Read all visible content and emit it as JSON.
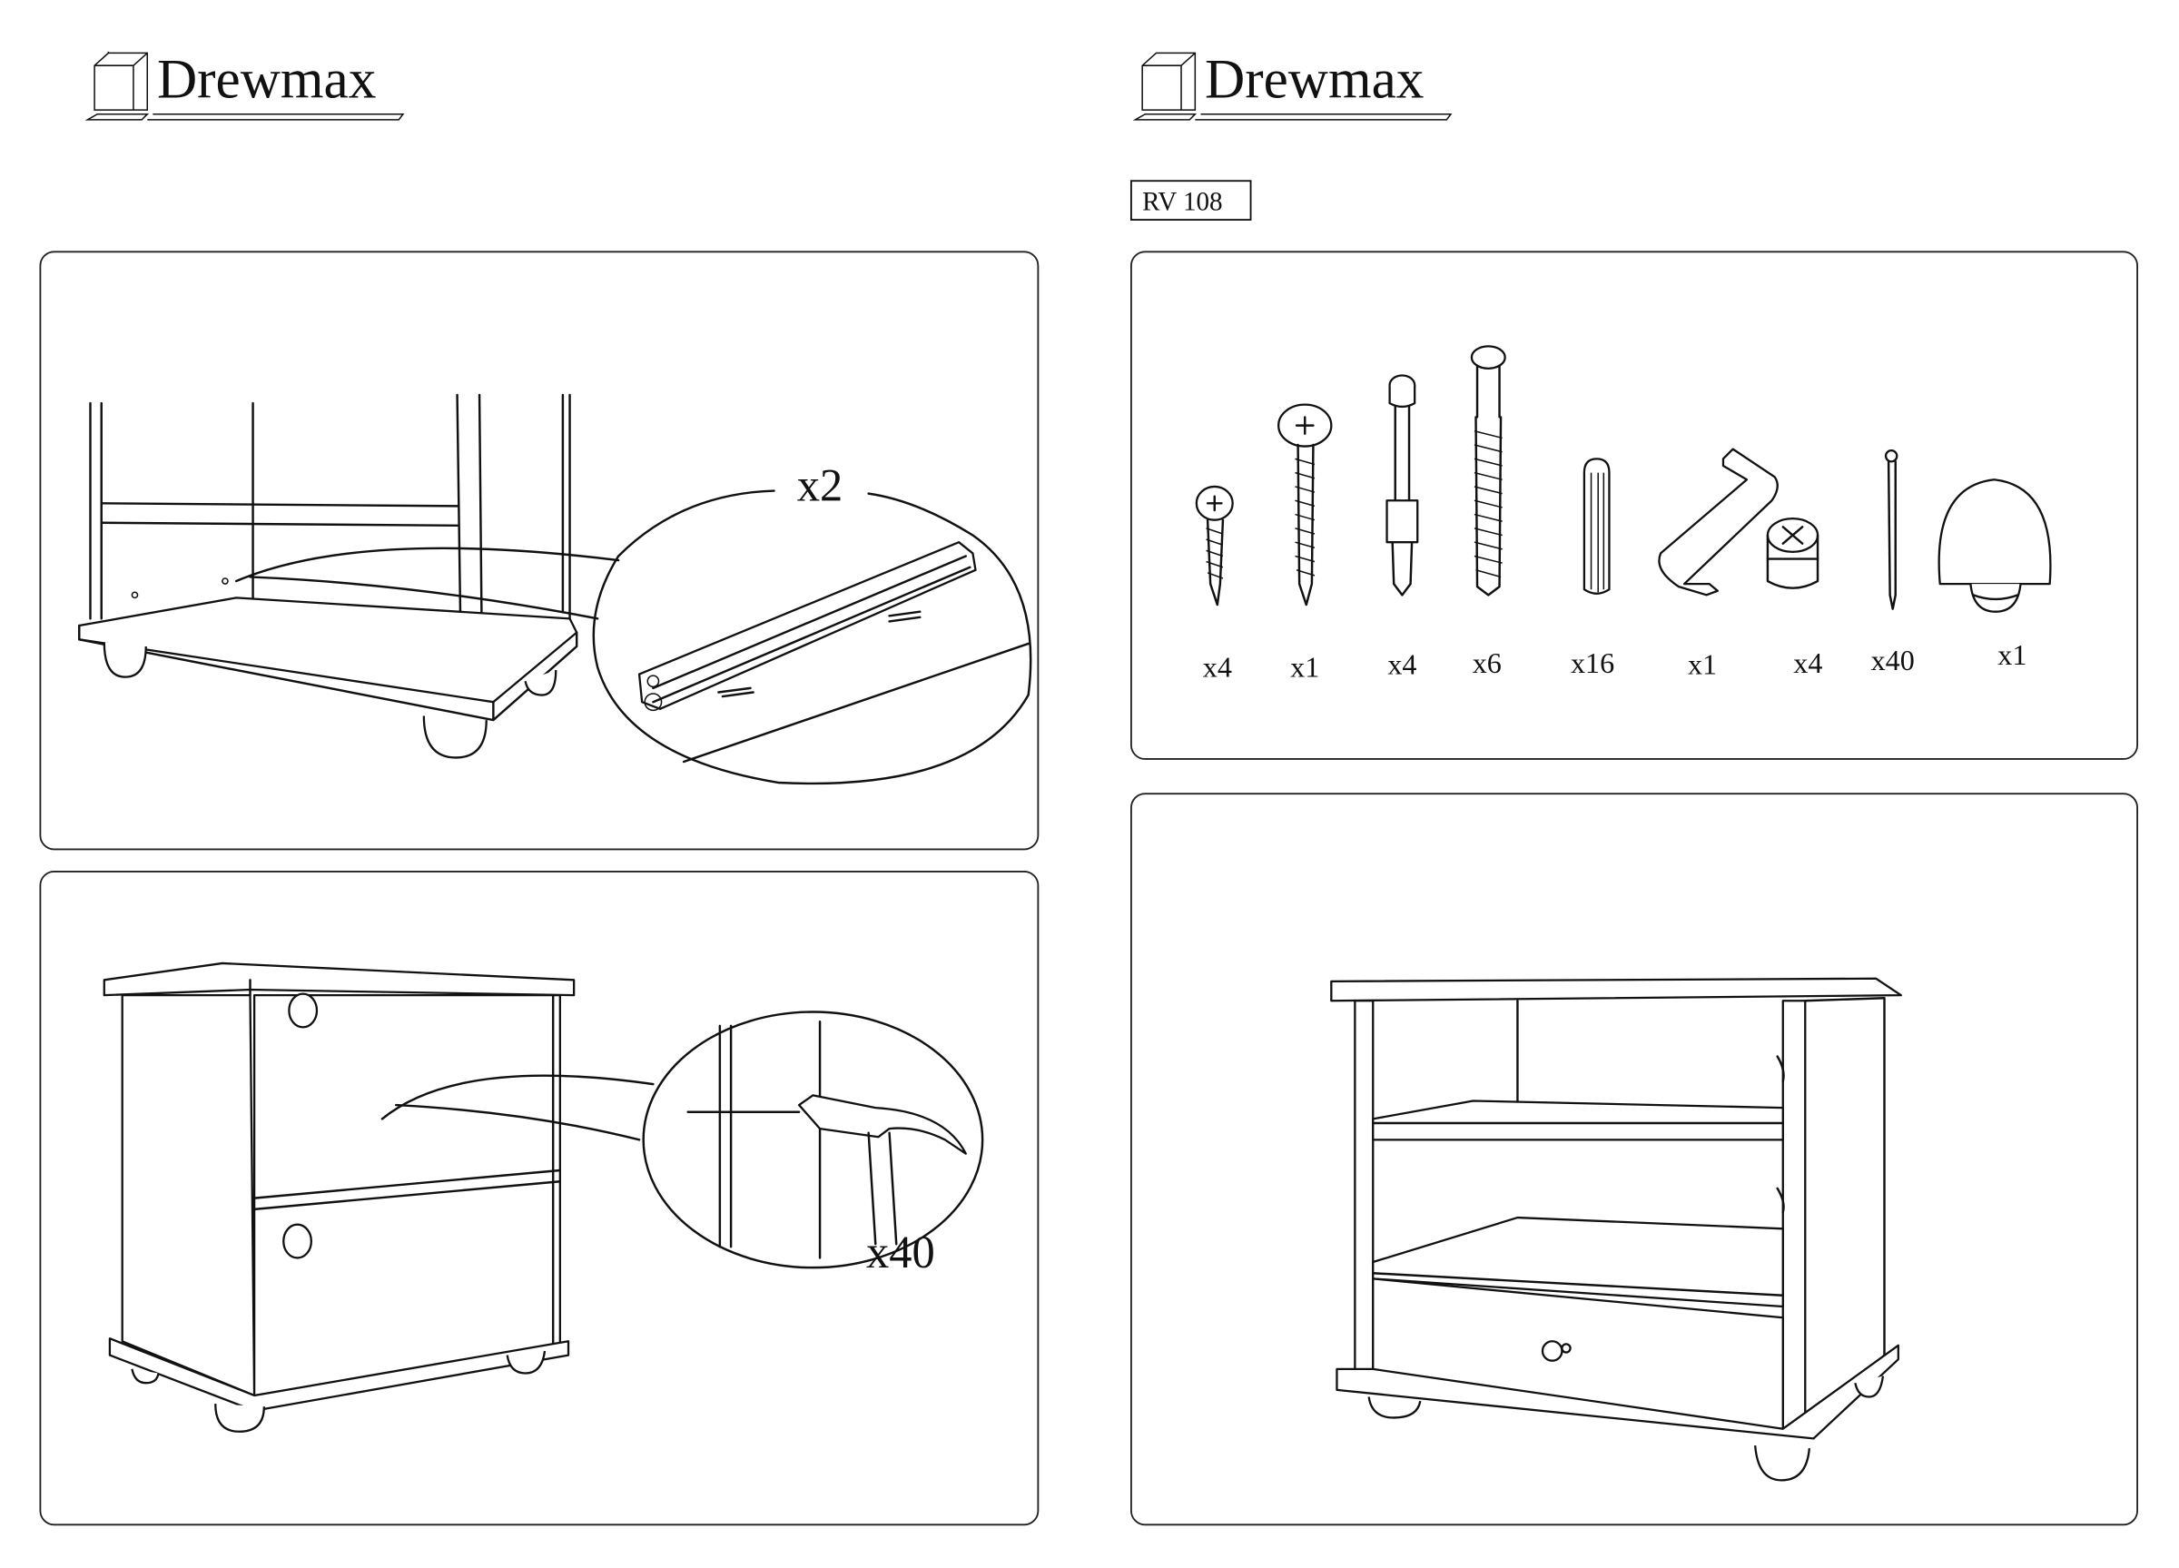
{
  "brand": {
    "name": "Drewmax"
  },
  "model_code": "RV 108",
  "panels": {
    "drawer_rail": {
      "quantity_label": "x2"
    },
    "back_nails": {
      "quantity_label": "x40"
    }
  },
  "parts": [
    {
      "name": "short-screw",
      "qty": "x4"
    },
    {
      "name": "long-screw",
      "qty": "x1"
    },
    {
      "name": "connector-bolt",
      "qty": "x4"
    },
    {
      "name": "confirmat-screw",
      "qty": "x6"
    },
    {
      "name": "wooden-dowel",
      "qty": "x16"
    },
    {
      "name": "allen-key",
      "qty": "x1"
    },
    {
      "name": "cam-lock",
      "qty": "x4"
    },
    {
      "name": "nail",
      "qty": "x40"
    },
    {
      "name": "knob",
      "qty": "x1"
    }
  ]
}
